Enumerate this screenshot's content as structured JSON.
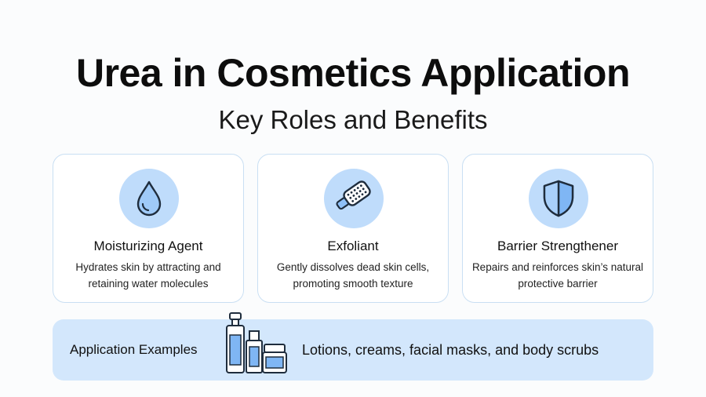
{
  "header": {
    "title": "Urea in Cosmetics Application",
    "subtitle": "Key Roles and Benefits"
  },
  "cards": [
    {
      "title": "Moisturizing Agent",
      "description": "Hydrates skin by attracting and retaining water molecules",
      "icon": "water-drop-icon"
    },
    {
      "title": "Exfoliant",
      "description": "Gently dissolves dead skin cells, promoting smooth texture",
      "icon": "exfoliating-brush-icon"
    },
    {
      "title": "Barrier Strengthener",
      "description": "Repairs and reinforces skin’s natural protective barrier",
      "icon": "shield-icon"
    }
  ],
  "banner": {
    "label": "Application Examples",
    "text": "Lotions, creams, facial masks, and body scrubs",
    "icon": "cosmetic-bottles-icon"
  },
  "colors": {
    "accent": "#bfdcfb",
    "banner_bg": "#d3e7fc",
    "card_border": "#c9dff3",
    "icon_stroke": "#1f2d3d",
    "icon_fill": "#8fc0f7"
  }
}
